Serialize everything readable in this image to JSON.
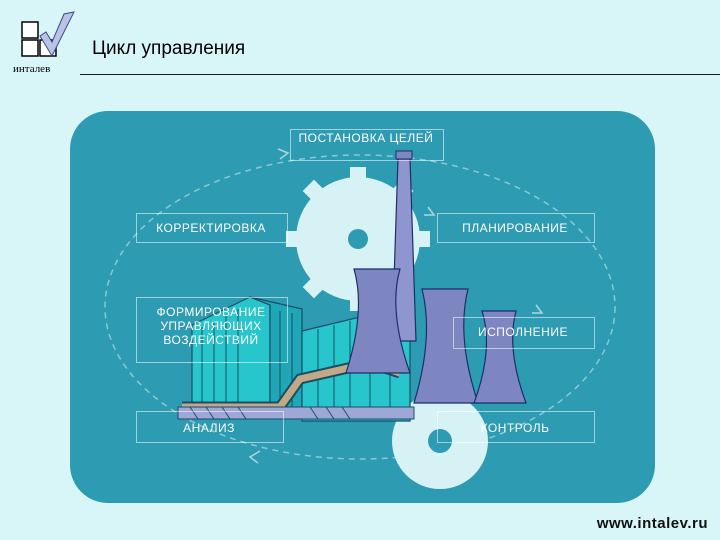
{
  "header": {
    "logo_text": "инталев",
    "title": "Цикл управления"
  },
  "cycle": {
    "stages": [
      "ПОСТАНОВКА ЦЕЛЕЙ",
      "ПЛАНИРОВАНИЕ",
      "ИСПОЛНЕНИЕ",
      "КОНТРОЛЬ",
      "АНАЛИЗ",
      "ФОРМИРОВАНИЕ УПРАВЛЯЮЩИХ ВОЗДЕЙСТВИЙ",
      "КОРРЕКТИРОВКА"
    ]
  },
  "footer": {
    "url": "www.intalev.ru"
  },
  "colors": {
    "panel": "#2d9bb2",
    "background": "#d8f6f7",
    "factory": "#27c6cc",
    "tower": "#7e86c2"
  }
}
